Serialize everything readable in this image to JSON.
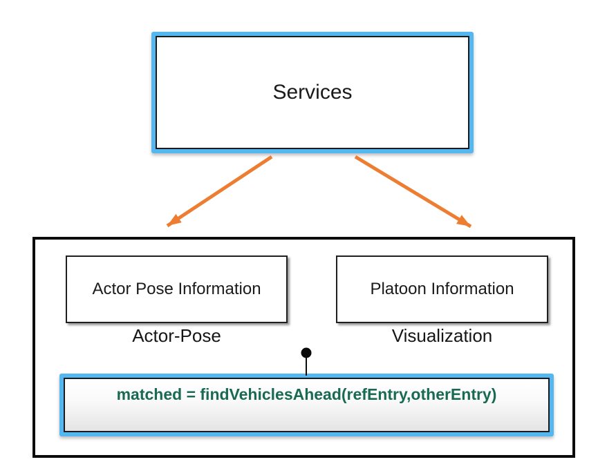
{
  "colors": {
    "selection_blue": "#55b7f0",
    "arrow_orange": "#ed7d31",
    "code_green": "#186a52",
    "connector_black": "#0a0a0a"
  },
  "blocks": {
    "services": {
      "label": "Services"
    },
    "actor_pose": {
      "label": "Actor Pose Information",
      "caption": "Actor-Pose"
    },
    "platoon": {
      "label": "Platoon Information",
      "caption": "Visualization"
    },
    "code": {
      "label": "matched = findVehiclesAhead(refEntry,otherEntry)"
    }
  }
}
